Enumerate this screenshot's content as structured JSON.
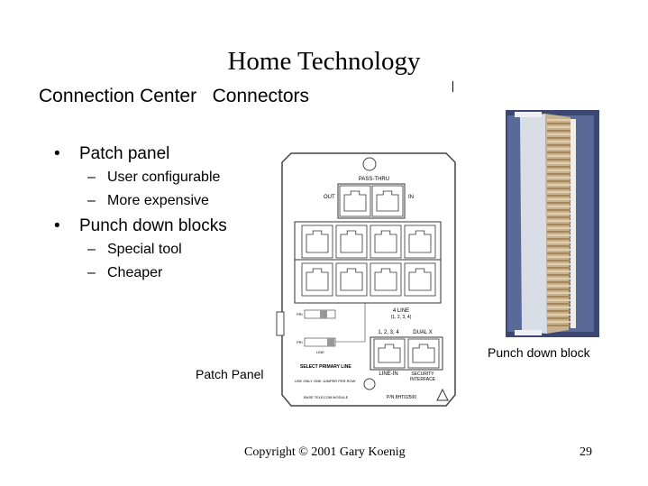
{
  "slide": {
    "title": "Home Technology",
    "subtitle": "Connection Center   Connectors",
    "bullets": [
      {
        "text": "Patch panel",
        "subs": [
          "User configurable",
          "More expensive"
        ]
      },
      {
        "text": "Punch down blocks",
        "subs": [
          "Special tool",
          "Cheaper"
        ]
      }
    ],
    "bullet_glyph": "•",
    "sub_glyph": "–"
  },
  "patch_panel": {
    "caption": "Patch Panel",
    "top_label": "PASS-THRU",
    "out_label": "OUT",
    "in_label": "IN",
    "four_line_label": "4 LINE",
    "four_line_sub": "(1, 2, 3, 4)",
    "line_1234_label": "1, 2, 3, 4",
    "dual_x_label": "DUAL X",
    "line_in_label": "LINE-IN",
    "security_label": "SECURITY",
    "interface_label": "INTERFACE",
    "select_label": "SELECT PRIMARY LINE",
    "jumper_note": "USE ONLY ONE JUMPER PER ROW",
    "module_label": "BASE TELECOM MODULE",
    "part_number": "P/N 8HT02500",
    "row1_label": "PRI",
    "row2_label": "PRI",
    "line_label": "LINE"
  },
  "punch_block": {
    "caption": "Punch down block"
  },
  "footer": {
    "copyright": "Copyright © 2001 Gary Koenig",
    "page_number": "29"
  }
}
